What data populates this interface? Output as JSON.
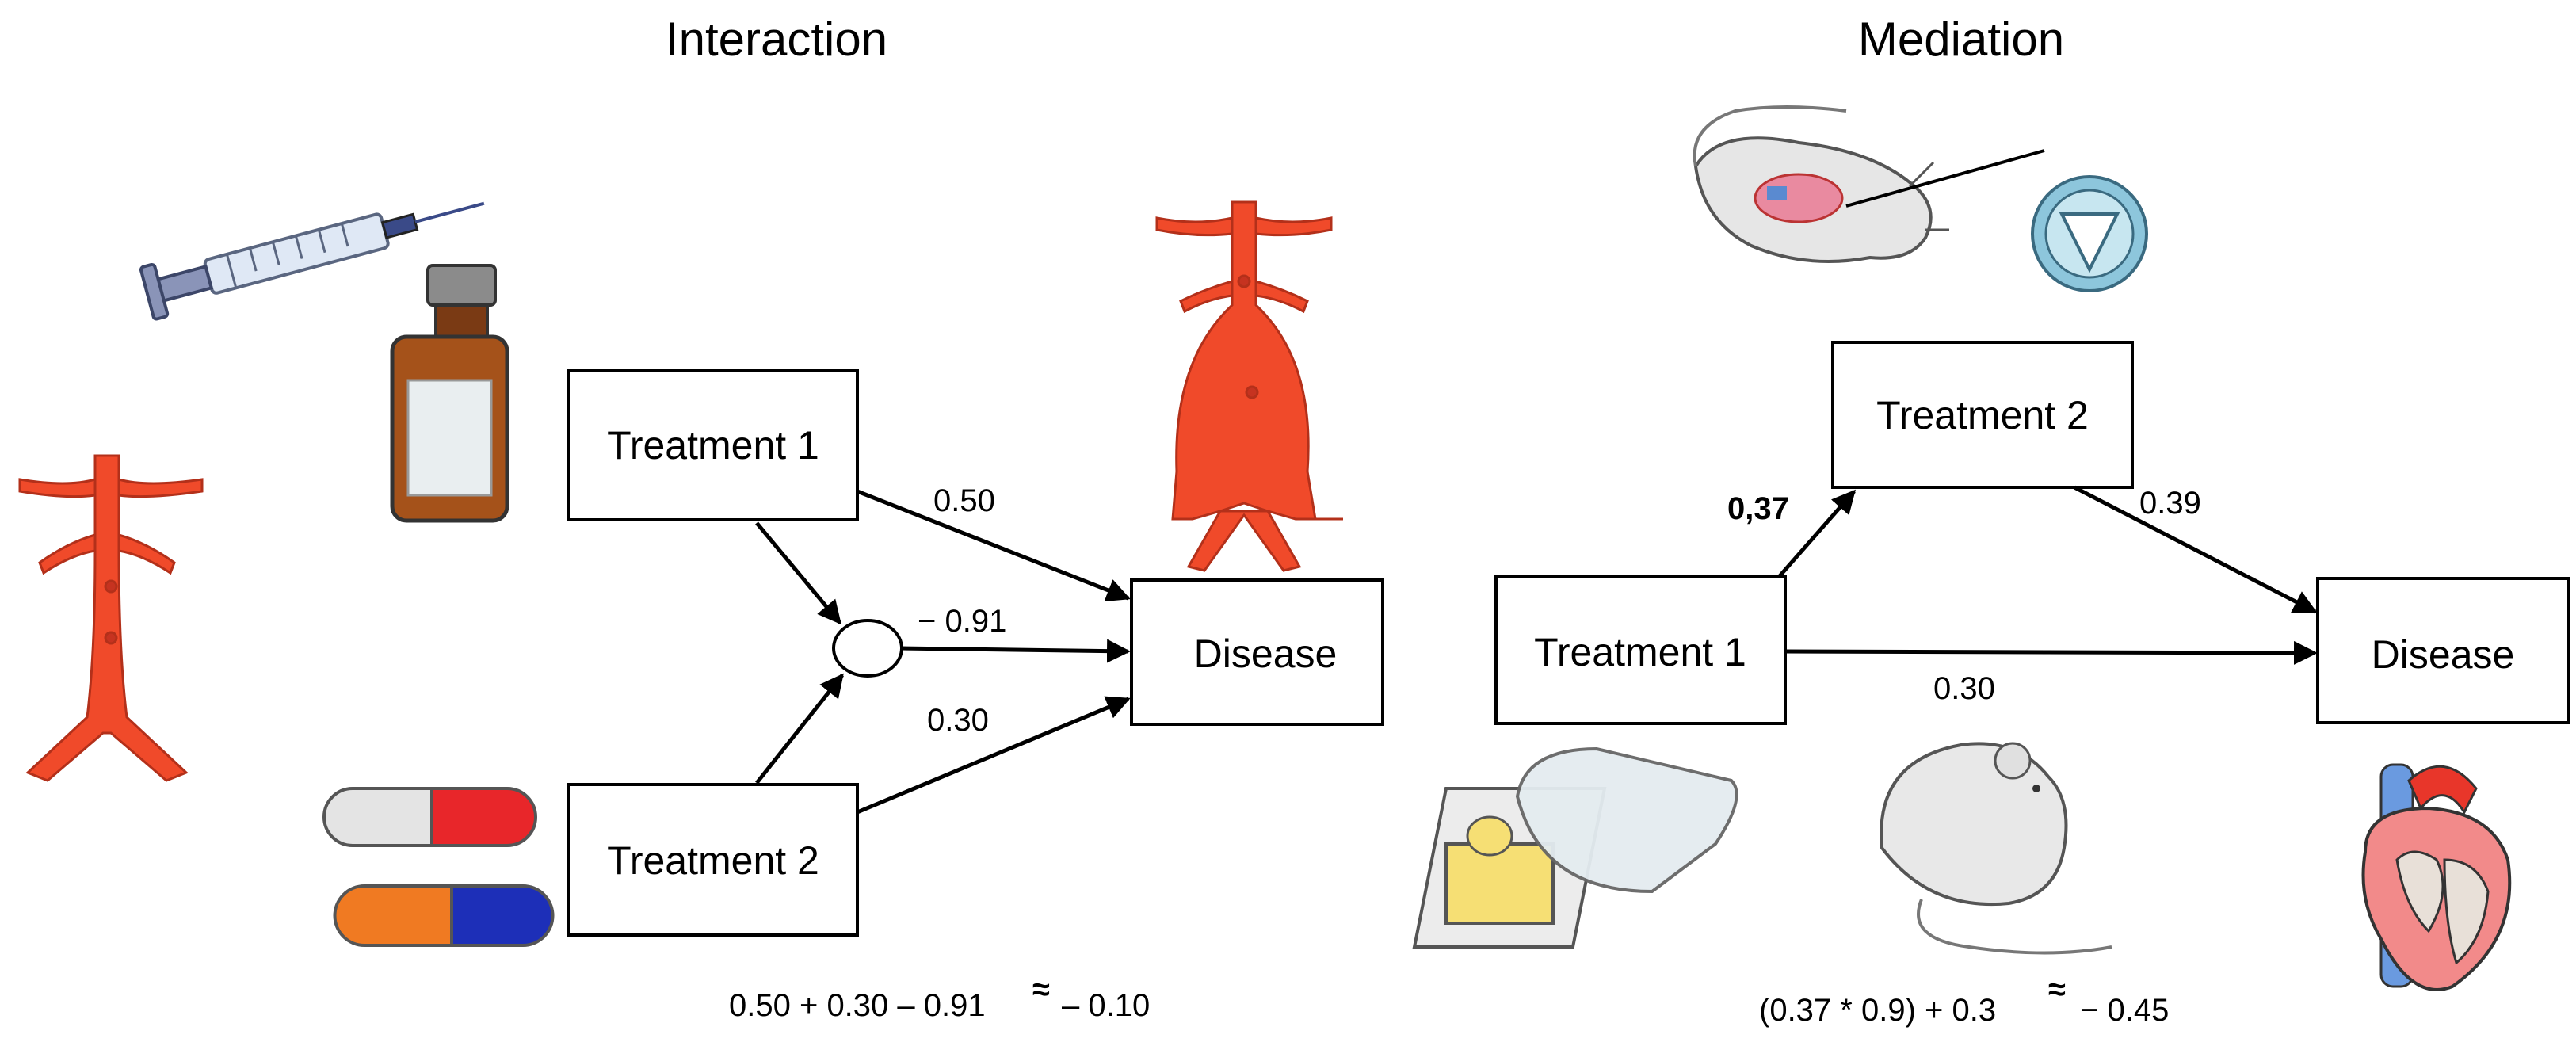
{
  "interaction": {
    "title": "Interaction",
    "treatment1": "Treatment 1",
    "treatment2": "Treatment 2",
    "disease": "Disease",
    "coef_t1": "0.50",
    "coef_interaction": "− 0.91",
    "coef_t2": "0.30",
    "formula_left": "0.50 + 0.30 – 0.91",
    "formula_approx": "≈",
    "formula_right": "– 0.10"
  },
  "mediation": {
    "title": "Mediation",
    "treatment1": "Treatment 1",
    "treatment2": "Treatment 2",
    "disease": "Disease",
    "coef_t1_t2": "0,37",
    "coef_t2_disease": "0.39",
    "coef_t1_disease": "0.30",
    "formula_left": "(0.37 * 0.9) + 0.3",
    "formula_approx": "≈",
    "formula_right": "− 0.45"
  },
  "illustrations": {
    "syringe": "syringe-icon",
    "vial": "vial-icon",
    "artery_left": "artery-icon",
    "aneurysm": "aortic-aneurysm-icon",
    "capsules": "capsule-icon",
    "mouse_dissected": "dissected-mouse-icon",
    "heart_valve": "heart-valve-icon",
    "butter": "butter-dish-icon",
    "mouse": "mouse-icon",
    "heart": "heart-icon"
  },
  "colors": {
    "artery": "#f04a2a",
    "vial_glass": "#a5521a",
    "capsule_red": "#e8262a",
    "capsule_orange": "#f07a22",
    "capsule_blue": "#1d2fb8"
  }
}
